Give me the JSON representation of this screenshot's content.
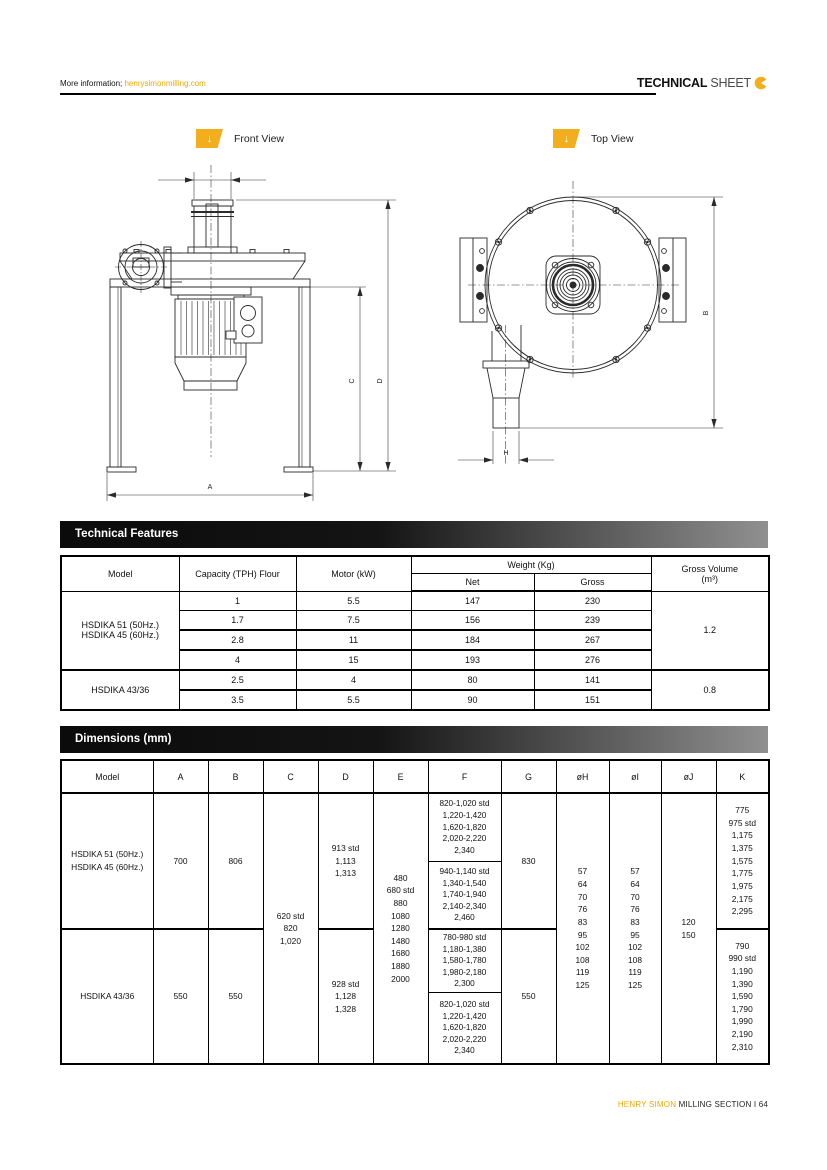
{
  "colors": {
    "accent": "#F2AE1C",
    "link": "#F2A900",
    "line": "#2a2a2a"
  },
  "header": {
    "more_info_label": "More information;",
    "more_info_link": "henrysimonmilling.com",
    "brand_bold": "TECHNICAL",
    "brand_light": "SHEET"
  },
  "views": {
    "front_label": "Front View",
    "top_label": "Top View",
    "badge_arrow": "↓"
  },
  "drawing_labels": {
    "a": "A",
    "b": "B",
    "c": "C",
    "d": "D",
    "h": "H"
  },
  "technical_features": {
    "title": "Technical Features",
    "headers": {
      "model": "Model",
      "capacity": "Capacity (TPH) Flour",
      "motor": "Motor (kW)",
      "weight": "Weight (Kg)",
      "net": "Net",
      "gross": "Gross",
      "volume": "Gross Volume\n(m³)"
    },
    "groups": [
      {
        "model": "HSDIKA 51 (50Hz.)\nHSDIKA 45 (60Hz.)",
        "volume": "1.2",
        "rows": [
          {
            "capacity": "1",
            "motor": "5.5",
            "net": "147",
            "gross": "230"
          },
          {
            "capacity": "1.7",
            "motor": "7.5",
            "net": "156",
            "gross": "239"
          },
          {
            "capacity": "2.8",
            "motor": "11",
            "net": "184",
            "gross": "267"
          },
          {
            "capacity": "4",
            "motor": "15",
            "net": "193",
            "gross": "276"
          }
        ]
      },
      {
        "model": "HSDIKA 43/36",
        "volume": "0.8",
        "rows": [
          {
            "capacity": "2.5",
            "motor": "4",
            "net": "80",
            "gross": "141"
          },
          {
            "capacity": "3.5",
            "motor": "5.5",
            "net": "90",
            "gross": "151"
          }
        ]
      }
    ]
  },
  "dimensions": {
    "title": "Dimensions (mm)",
    "headers": [
      "Model",
      "A",
      "B",
      "C",
      "D",
      "E",
      "F",
      "G",
      "øH",
      "øI",
      "øJ",
      "K"
    ],
    "shared": {
      "C": "620 std\n820\n1,020",
      "E": "480\n680 std\n880\n1080\n1280\n1480\n1680\n1880\n2000",
      "H": "57\n64\n70\n76\n83\n95\n102\n108\n119\n125",
      "I": "57\n64\n70\n76\n83\n95\n102\n108\n119\n125",
      "J": "120\n150"
    },
    "rows": [
      {
        "model": "HSDIKA 51 (50Hz.)\nHSDIKA 45 (60Hz.)",
        "A": "700",
        "B": "806",
        "D": "913 std\n1,113\n1,313",
        "F1": "820-1,020 std\n1,220-1,420\n1,620-1,820\n2,020-2,220\n2,340",
        "F2": "940-1,140 std\n1,340-1,540\n1,740-1,940\n2,140-2,340\n2,460",
        "G": "830",
        "K": "775\n975 std\n1,175\n1,375\n1,575\n1,775\n1,975\n2,175\n2,295"
      },
      {
        "model": "HSDIKA 43/36",
        "A": "550",
        "B": "550",
        "D": "928 std\n1,128\n1,328",
        "F1": "780-980 std\n1,180-1,380\n1,580-1,780\n1,980-2,180\n2,300",
        "F2": "820-1,020 std\n1,220-1,420\n1,620-1,820\n2,020-2,220\n2,340",
        "G": "550",
        "K": "790\n990 std\n1,190\n1,390\n1,590\n1,790\n1,990\n2,190\n2,310"
      }
    ]
  },
  "footer": {
    "brand": "HENRY SIMON",
    "rest": "MILLING SECTION I 64"
  }
}
